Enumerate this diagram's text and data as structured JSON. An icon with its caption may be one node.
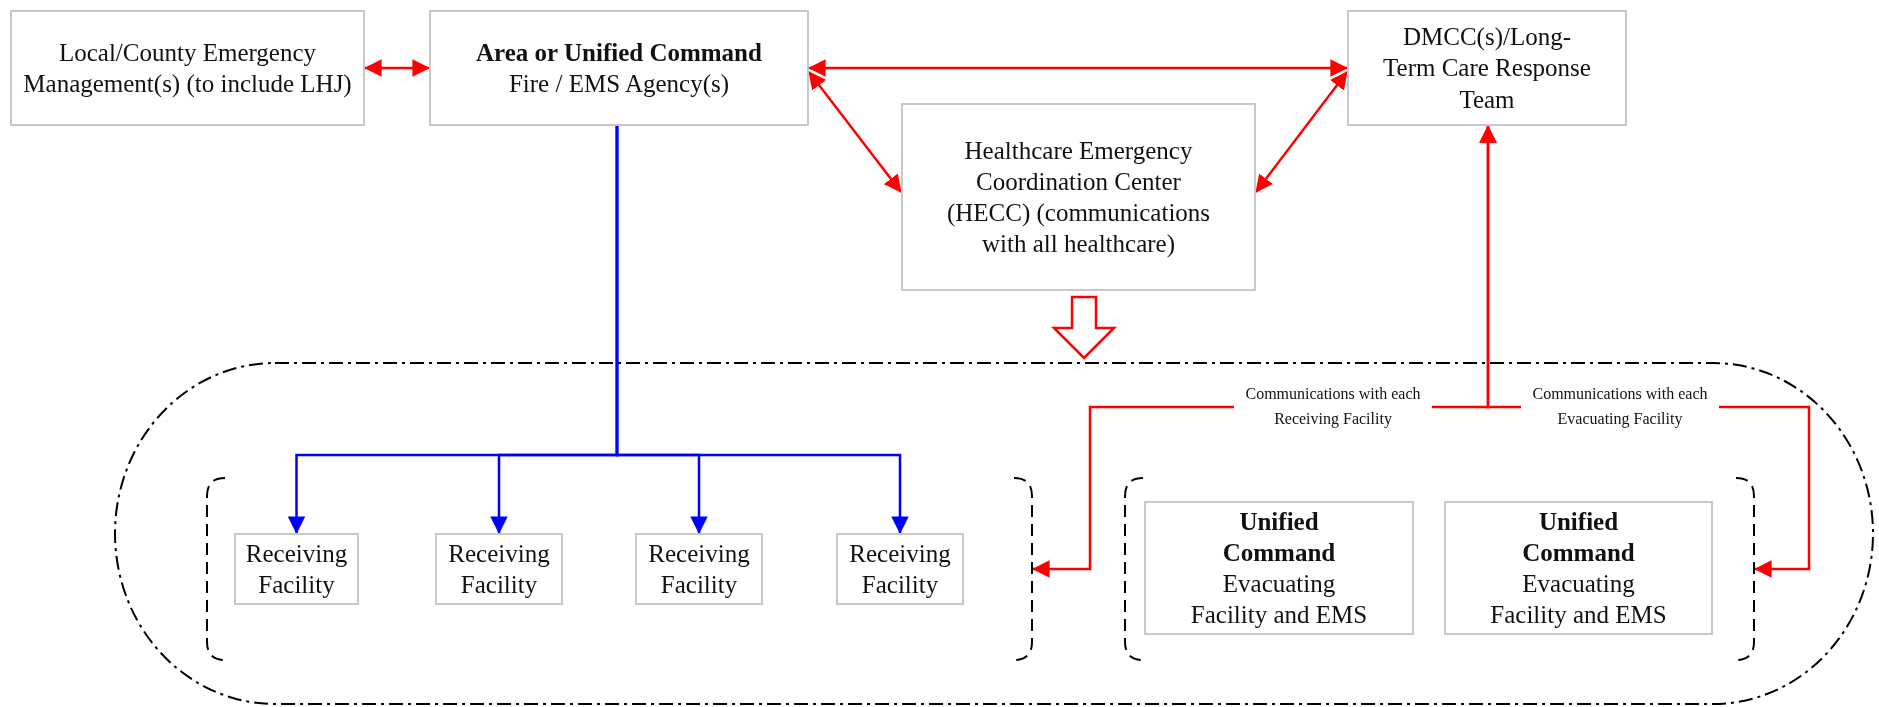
{
  "diagram": {
    "nodes": [
      {
        "text": [
          "Local/County Emergency Management(s) (to include LHJ)"
        ]
      },
      {
        "text": [
          "Area or Unified Command",
          "Fire / EMS Agency(s)"
        ]
      },
      {
        "text": [
          "DMCC(s)/Long-Term Care Response Team"
        ]
      },
      {
        "text": [
          "Healthcare Emergency Coordination Center (HECC) (communications with all healthcare)"
        ]
      },
      {
        "text": [],
        "shape": "stadium"
      },
      {
        "text": [],
        "shape": "bracket",
        "in": 4
      },
      {
        "text": [
          "Receiving Facility"
        ],
        "in": 5
      },
      {
        "text": [
          "Receiving Facility"
        ],
        "in": 5
      },
      {
        "text": [
          "Receiving Facility"
        ],
        "in": 5
      },
      {
        "text": [
          "Receiving Facility"
        ],
        "in": 5
      },
      {
        "text": [],
        "shape": "bracket",
        "in": 4
      },
      {
        "text": [
          "Unified Command",
          "Evacuating Facility and EMS"
        ],
        "in": 10
      },
      {
        "text": [
          "Unified Command",
          "Evacuating Facility and EMS"
        ],
        "in": 10
      }
    ],
    "edges": [
      {
        "from": 0,
        "to": 1,
        "arrow": "both"
      },
      {
        "from": 1,
        "to": 2,
        "arrow": "both"
      },
      {
        "from": 1,
        "to": 3,
        "arrow": "both"
      },
      {
        "from": 2,
        "to": 3,
        "arrow": "both"
      },
      {
        "from": 1,
        "to": 6,
        "arrow": "to",
        "color": "#0000ff"
      },
      {
        "from": 1,
        "to": 7,
        "arrow": "to",
        "color": "#0000ff"
      },
      {
        "from": 1,
        "to": 8,
        "arrow": "to",
        "color": "#0000ff"
      },
      {
        "from": 1,
        "to": 9,
        "arrow": "to",
        "color": "#0000ff"
      },
      {
        "from": 3,
        "to": 4,
        "arrow": "to",
        "style": "thick"
      },
      {
        "from": 2,
        "to": 5,
        "arrow": "both",
        "label": "Communications with each Receiving Facility"
      },
      {
        "from": 2,
        "to": 10,
        "arrow": "both",
        "label": "Communications with each Evacuating Facility"
      }
    ]
  }
}
